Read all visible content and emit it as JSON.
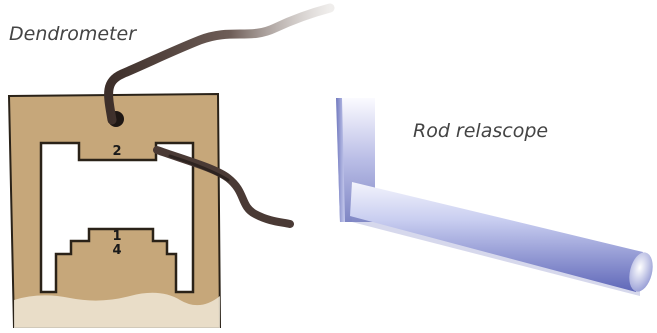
{
  "labels": {
    "dendrometer": "Dendrometer",
    "rod_relascope": "Rod relascope"
  },
  "notch_numbers": {
    "top_notch": "2",
    "bottom_notch_upper": "1",
    "bottom_notch_lower": "4"
  },
  "colors": {
    "card": "#c6a77a",
    "card_outline": "#2a2218",
    "cord": "#5b4a44",
    "cord_light": "#a69a92",
    "rod_light": "#eef0fb",
    "rod_dark": "#5f67b8",
    "base_light": "#f2f3fb",
    "base_dark": "#7f86c4",
    "label": "#444444"
  }
}
